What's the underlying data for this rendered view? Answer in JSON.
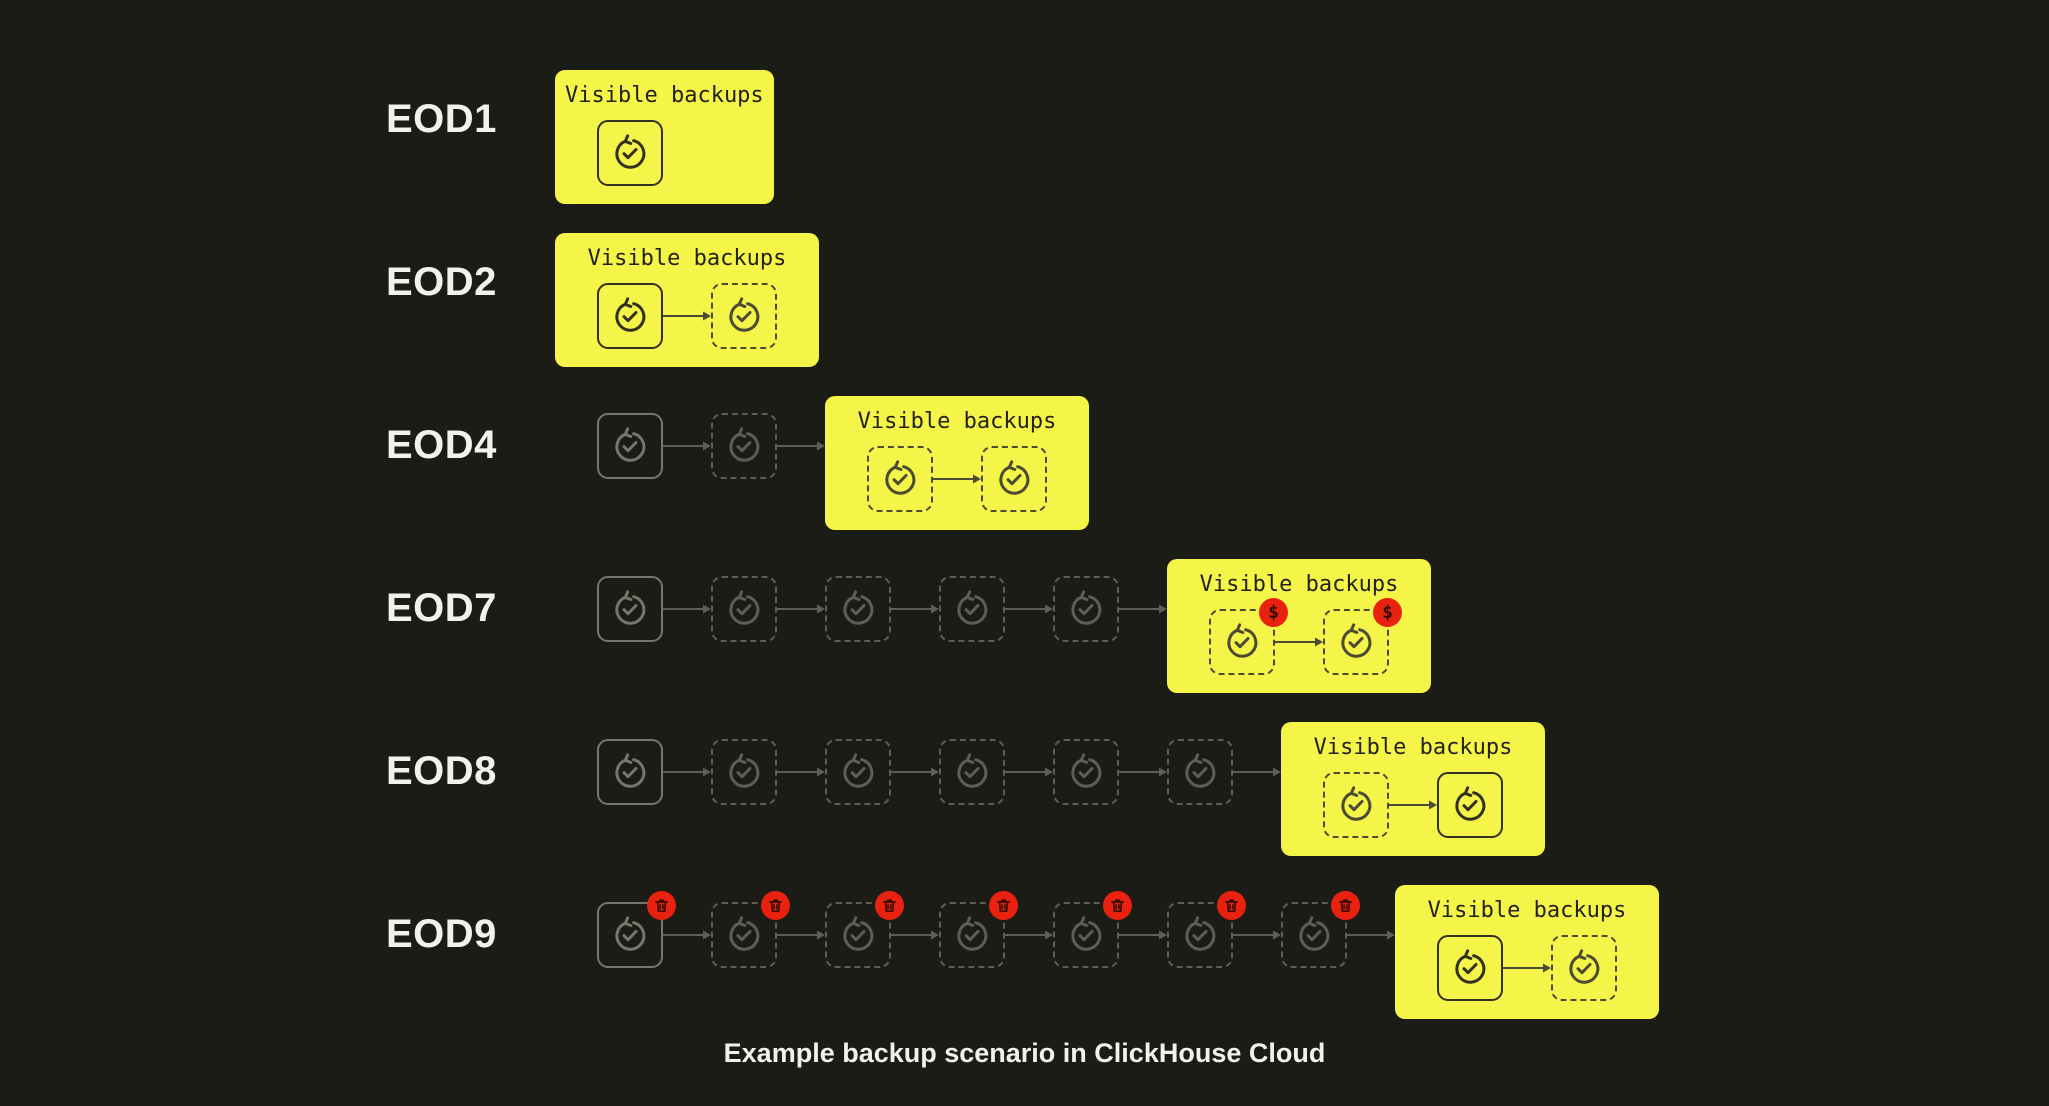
{
  "title_label": "Visible backups",
  "caption": "Example backup scenario in ClickHouse Cloud",
  "badge_dollar_glyph": "$",
  "colors": {
    "background": "#1c1c16",
    "box_yellow": "#f5f549",
    "badge_red": "#e9210f",
    "badge_glyph": "#300c02",
    "outside_stroke_solid": "#76766d",
    "outside_stroke_dashed": "#5e5e56",
    "inside_stroke_solid": "#32311f",
    "inside_stroke_dashed": "#4b4a33",
    "label_text": "#f1f1ee",
    "box_text": "#23221a"
  },
  "rows": [
    {
      "label": "EOD1",
      "outside": [],
      "visible": [
        {
          "style": "solid"
        }
      ]
    },
    {
      "label": "EOD2",
      "outside": [],
      "visible": [
        {
          "style": "solid"
        },
        {
          "style": "dashed"
        }
      ]
    },
    {
      "label": "EOD4",
      "outside": [
        {
          "style": "solid"
        },
        {
          "style": "dashed"
        }
      ],
      "visible": [
        {
          "style": "dashed"
        },
        {
          "style": "dashed"
        }
      ]
    },
    {
      "label": "EOD7",
      "outside": [
        {
          "style": "solid"
        },
        {
          "style": "dashed"
        },
        {
          "style": "dashed"
        },
        {
          "style": "dashed"
        },
        {
          "style": "dashed"
        }
      ],
      "visible": [
        {
          "style": "dashed",
          "badge": "dollar"
        },
        {
          "style": "dashed",
          "badge": "dollar"
        }
      ]
    },
    {
      "label": "EOD8",
      "outside": [
        {
          "style": "solid"
        },
        {
          "style": "dashed"
        },
        {
          "style": "dashed"
        },
        {
          "style": "dashed"
        },
        {
          "style": "dashed"
        },
        {
          "style": "dashed"
        }
      ],
      "visible": [
        {
          "style": "dashed"
        },
        {
          "style": "solid"
        }
      ]
    },
    {
      "label": "EOD9",
      "outside": [
        {
          "style": "solid",
          "badge": "trash"
        },
        {
          "style": "dashed",
          "badge": "trash"
        },
        {
          "style": "dashed",
          "badge": "trash"
        },
        {
          "style": "dashed",
          "badge": "trash"
        },
        {
          "style": "dashed",
          "badge": "trash"
        },
        {
          "style": "dashed",
          "badge": "trash"
        },
        {
          "style": "dashed",
          "badge": "trash"
        }
      ],
      "visible": [
        {
          "style": "solid"
        },
        {
          "style": "dashed"
        }
      ]
    }
  ]
}
